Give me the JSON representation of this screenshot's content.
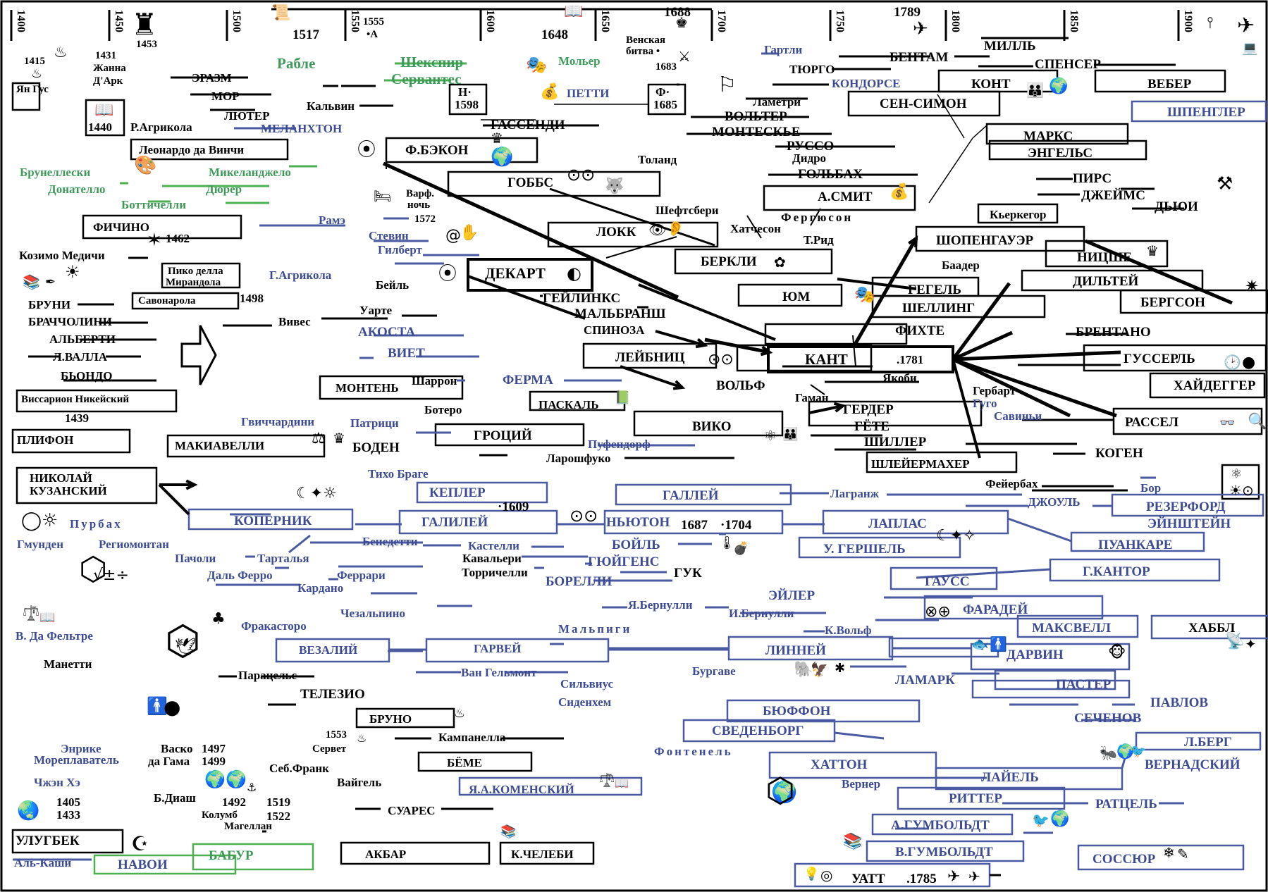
{
  "colors": {
    "black": "#000000",
    "green": "#3f9a5a",
    "blue": "#3c4b94",
    "box_blue": "#4a5aa0",
    "box_green": "#4caf50"
  },
  "timeline": {
    "ticks": [
      "1400",
      "1450",
      "1500",
      "1550",
      "1600",
      "1650",
      "1700",
      "1750",
      "1800",
      "1850",
      "1900"
    ],
    "events": [
      "1453",
      "1517",
      "1555",
      "•A",
      "1648",
      "1688",
      "1789",
      "Венская",
      "битва •",
      "1683"
    ]
  },
  "names": {
    "yan_gus": "Ян Гус",
    "y1415": "1415",
    "y1431": "1431",
    "zhanna": "Жанна",
    "dark": "Д'Арк",
    "y1440": "1440",
    "eraazm": "ЭРАЗМ",
    "mor": "МОР",
    "luter": "ЛЮТЕР",
    "kalvin": "Кальвин",
    "melanhton": "МЕЛАНХТОН",
    "rable": "Рабле",
    "shekspir": "Шекспир",
    "servantes": "Сервантес",
    "molier": "Мольер",
    "r_agrikola": "Р.Агрикола",
    "leonardo": "Леонардо да Винчи",
    "brunelleski": "Брунеллески",
    "donatello": "Донателло",
    "mikelanzhelo": "Микеланджело",
    "durer": "Дюрер",
    "bottichelli": "Боттичелли",
    "fichino": "ФИЧИНО",
    "y1462": "1462",
    "kozimo": "Козимо Медичи",
    "piko": "Пико делла",
    "mirandola": "Мирандола",
    "savonarola": "Савонарола",
    "y1498": "1498",
    "bruni": "БРУНИ",
    "brachcholini": "БРАЧЧОЛИНИ",
    "alberti": "АЛЬБЕРТИ",
    "valla": "Л.ВАЛЛА",
    "biondo": "БЬОНДО",
    "vissarion": "Виссарион Никейский",
    "y1439": "1439",
    "plifon": "ПЛИФОН",
    "nikolai1": "НИКОЛАЙ",
    "nikolai2": "КУЗАНСКИЙ",
    "purbah": "Пурбах",
    "gmunden": "Гмунден",
    "regiomontan": "Региомонтан",
    "pacholi": "Пачоли",
    "tartalya": "Тарталья",
    "dal_ferro": "Даль Ферро",
    "ferrari": "Феррари",
    "kardano": "Кардано",
    "fracastoro": "Фракасторо",
    "chezalpino": "Чезальпино",
    "malpigi": "Мальпиги",
    "fel_tre": "В. Да Фельтре",
    "manetti": "Манетти",
    "vezalii": "ВЕЗАЛИЙ",
    "garvei": "ГАРВЕЙ",
    "van_gelmont": "Ван Гельмонт",
    "silvius": "Сильвиус",
    "sidenhem": "Сиденхем",
    "paracels": "Парацельс",
    "telezio": "ТЕЛЕЗИО",
    "bruno": "БРУНО",
    "y1553": "1553",
    "servet": "Сервет",
    "kampanella": "Кампанелла",
    "beme": "БЁМЕ",
    "komenskii": "Я.А.КОМЕНСКИЙ",
    "seb_frank": "Себ.Франк",
    "vaigel": "Вайгель",
    "suares": "СУАРЕС",
    "akbar": "АКБАР",
    "k_chelebi": "К.ЧЕЛЕБИ",
    "enrike": "Энрике",
    "moreplavatel": "Мореплаватель",
    "vasko": "Васко",
    "da_gama": "да Гама",
    "y1497": "1497",
    "y1499": "1499",
    "chzhan_he": "Чжэн Хэ",
    "y1405": "1405",
    "y1433": "1433",
    "b_diash": "Б.Диаш",
    "y1492": "1492",
    "kolumb": "Колумб",
    "y1519": "1519",
    "y1522": "1522",
    "magellan": "Магеллан",
    "ulugbek": "УЛУГБЕК",
    "al_kashi": "Аль-Каши",
    "navoi": "НАВОИ",
    "babur": "БАБУР",
    "petti": "ПЕТТИ",
    "n1598a": "Н·",
    "n1598b": "1598",
    "gassendi": "ГАССЕНДИ",
    "f_bekon": "Ф.БЭКОН",
    "hobbs": "ГОББС",
    "toland": "Толанд",
    "varf": "Варф.",
    "noch": "ночь",
    "y1572": "1572",
    "rame": "Рамэ",
    "stevin": "Стевин",
    "gilbert": "Гилберт",
    "lokk": "ЛОКК",
    "shefstberi": "Шефтсбери",
    "hatcheson": "Хатчесон",
    "t_rid": "Т.Рид",
    "g_agrikola": "Г.Агрикола",
    "beil": "Бейль",
    "dekart": "ДЕКАРТ",
    "geilinks": "ГЕЙЛИНКС",
    "malbransh": "МАЛЬБРАНШ",
    "spinoza": "СПИНОЗА",
    "uarte": "Уарте",
    "vives": "Вивес",
    "akosta": "АКОСТА",
    "viet": "ВИЕТ",
    "montene": "МОНТЕНЬ",
    "sharron": "Шаррон",
    "ferma": "ФЕРМА",
    "paskal": "ПАСКАЛЬ",
    "botero": "Ботеро",
    "gvichchardini": "Гвиччардини",
    "patrici": "Патрици",
    "makiavelli": "МАКИАВЕЛЛИ",
    "boden": "БОДЕН",
    "grocii": "ГРОЦИЙ",
    "pufendorf": "Пуфендорф",
    "larochefuko": "Ларошфуко",
    "f1685a": "Ф·",
    "f1685b": "1685",
    "lametri": "Ламетри",
    "volter": "ВОЛЬТЕР",
    "monteske": "МОНТЕСКЬЕ",
    "russo": "РУССО",
    "didro": "Дидро",
    "golbah": "ГОЛЬБАХ",
    "a_smit": "А.СМИТ",
    "ferguson": "Фергюсон",
    "berkli": "БЕРКЛИ",
    "yum": "ЮМ",
    "kant": "КАНТ",
    "y1781": ".1781",
    "leibnic": "ЛЕЙБНИЦ",
    "volf": "ВОЛЬФ",
    "gaman": "Гаман",
    "gerder": "ГЕРДЕР",
    "gete": "ГЁТЕ",
    "shiller": "ШИЛЛЕР",
    "shleiermaher": "ШЛЕЙЕРМАХЕР",
    "viko": "ВИКО",
    "yakobi": "Якоби",
    "gerbart": "Гербарт",
    "gugo": "Гуго",
    "savini": "Савиньи",
    "gartli": "Гартли",
    "tyurgo": "ТЮРГО",
    "kondorse": "КОНДОРСЕ",
    "bentam": "БЕНТАМ",
    "mill": "МИЛЛЬ",
    "spenser": "СПЕНСЕР",
    "kont": "КОНТ",
    "veber": "ВЕБЕР",
    "sen_simon": "СЕН-СИМОН",
    "shpengler": "ШПЕНГЛЕР",
    "marks": "МАРКС",
    "engels": "ЭНГЕЛЬС",
    "pirs": "ПИРС",
    "dzheims": "ДЖЕЙМС",
    "dyui": "ДЬЮИ",
    "kerkegor": "Кьеркегор",
    "shopengauer": "ШОПЕНГАУЭР",
    "baader": "Баадер",
    "nicshe": "НИЦШЕ",
    "dilthei": "ДИЛЬТЕЙ",
    "gegel": "ГЕГЕЛЬ",
    "shelling": "ШЕЛЛИНГ",
    "bergson": "БЕРГСОН",
    "fihte": "ФИХТЕ",
    "brentano": "БРЕНТАНО",
    "gusserl": "ГУССЕРЛЬ",
    "haidegger": "ХАЙДЕГГЕР",
    "rassel": "РАССЕЛ",
    "kogen": "КОГЕН",
    "feierbah": "Фейербах",
    "tiho_brage": "Тихо Браге",
    "kepler": "КЕПЛЕР",
    "y1609": "·1609",
    "kopernik": "КОПЕРНИК",
    "galilei": "ГАЛИЛЕЙ",
    "nyuton": "НЬЮТОН",
    "y1687": "1687",
    "y1704": "·1704",
    "benedetti": "Бенедетти",
    "kastelli": "Кастелли",
    "kavaleri": "Кавальери",
    "torrichelli": "Торричелли",
    "boil": "БОЙЛЬ",
    "gyuigens": "ГЮЙГЕНС",
    "borelli": "БОРЕЛЛИ",
    "guk": "ГУК",
    "gallei": "ГАЛЛЕЙ",
    "lagranzh": "Лагранж",
    "laplas": "ЛАПЛАС",
    "u_gershel": "У. ГЕРШЕЛЬ",
    "dzhoul": "ДЖОУЛЬ",
    "bor": "Бор",
    "rezerford": "РЕЗЕРФОРД",
    "einshtein": "ЭЙНШТЕЙН",
    "puankare": "ПУАНКАРЕ",
    "gauss": "ГАУСС",
    "g_kantor": "Г.КАНТОР",
    "eiler": "ЭЙЛЕР",
    "ya_bernulli": "Я.Бернулли",
    "i_bernulli": "И.Бернулли",
    "faradei": "ФАРАДЕЙ",
    "maksvell": "МАКСВЕЛЛ",
    "habbl": "ХАББЛ",
    "k_volf": "К.Вольф",
    "linnei": "ЛИННЕЙ",
    "burgave": "Бургаве",
    "darvin": "ДАРВИН",
    "lamark": "ЛАМАРК",
    "paster": "ПАСТЕР",
    "pavlov": "ПАВЛОВ",
    "sechenov": "СЕЧЕНОВ",
    "byuffon": "БЮФФОН",
    "svedenborg": "СВЕДЕНБОРГ",
    "fontenel": "Фонтенель",
    "hatton": "ХАТТОН",
    "verner": "Вернер",
    "laiel": "ЛАЙЕЛЬ",
    "l_berg": "Л.БЕРГ",
    "vernadskii": "ВЕРНАДСКИЙ",
    "ritter": "РИТТЕР",
    "ratcel": "РАТЦЕЛЬ",
    "a_gumboldt": "А.ГУМБОЛЬДТ",
    "v_gumboldt": "В.ГУМБОЛЬДТ",
    "sossur": "СОССЮР",
    "uatt": "УАТТ",
    "y1785": ".1785"
  }
}
